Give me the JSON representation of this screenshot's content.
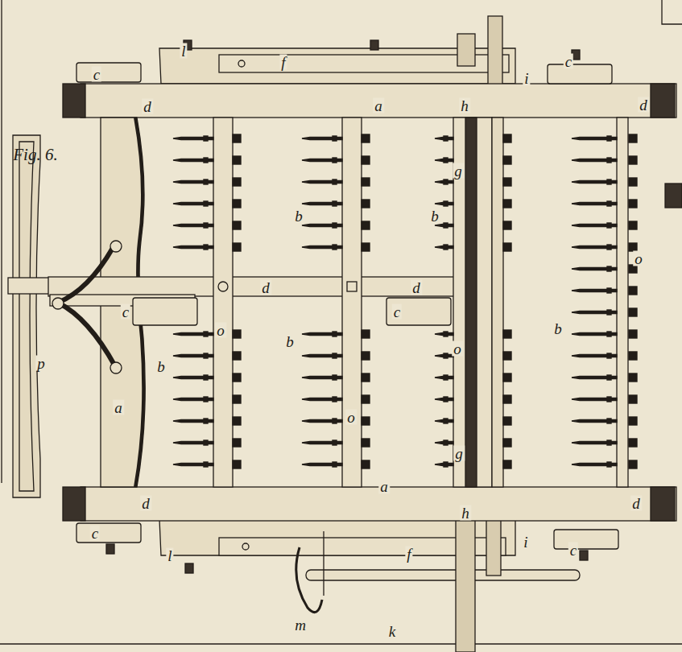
{
  "diagram": {
    "labels": [
      "l",
      "f",
      "c",
      "c",
      "i",
      "a",
      "d",
      "h",
      "d",
      "Fig. 6.",
      "g",
      "b",
      "b",
      "o",
      "d",
      "d",
      "c",
      "c",
      "o",
      "b",
      "o",
      "b",
      "b",
      "p",
      "a",
      "o",
      "g",
      "a",
      "d",
      "h",
      "d",
      "c",
      "i",
      "c",
      "l",
      "f",
      "m",
      "k"
    ]
  }
}
